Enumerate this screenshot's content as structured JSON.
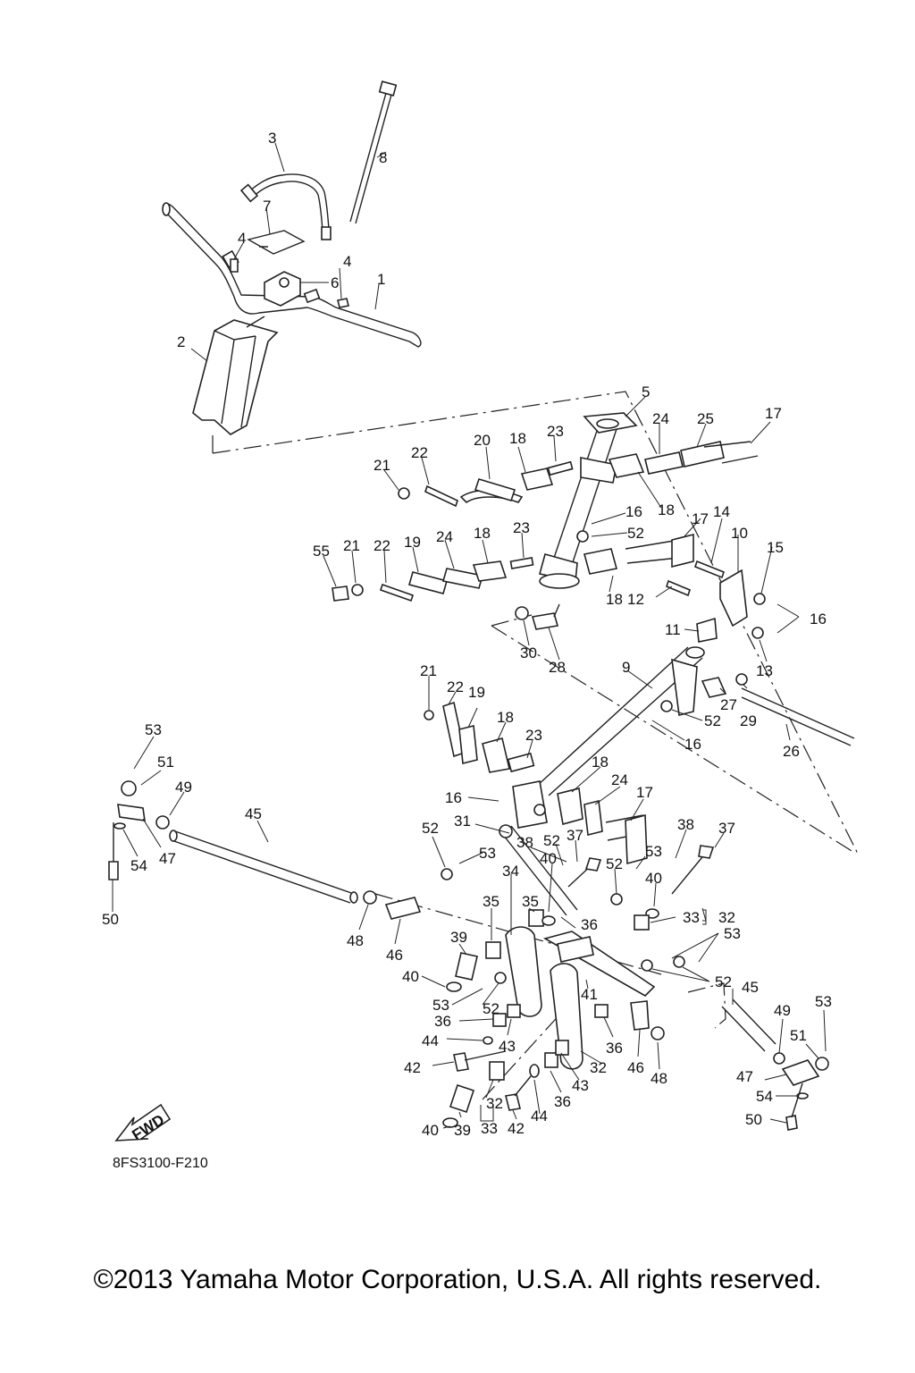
{
  "parts": [
    {
      "id": "p1",
      "label": "1"
    },
    {
      "id": "p2",
      "label": "2"
    },
    {
      "id": "p3",
      "label": "3"
    },
    {
      "id": "p4a",
      "label": "4"
    },
    {
      "id": "p4b",
      "label": "4"
    },
    {
      "id": "p5",
      "label": "5"
    },
    {
      "id": "p6",
      "label": "6"
    },
    {
      "id": "p7",
      "label": "7"
    },
    {
      "id": "p8",
      "label": "8"
    },
    {
      "id": "p9",
      "label": "9"
    },
    {
      "id": "p10",
      "label": "10"
    },
    {
      "id": "p11",
      "label": "11"
    },
    {
      "id": "p12",
      "label": "12"
    },
    {
      "id": "p13",
      "label": "13"
    },
    {
      "id": "p14",
      "label": "14"
    },
    {
      "id": "p15",
      "label": "15"
    },
    {
      "id": "p16a",
      "label": "16"
    },
    {
      "id": "p16b",
      "label": "16"
    },
    {
      "id": "p16c",
      "label": "16"
    },
    {
      "id": "p16d",
      "label": "16"
    },
    {
      "id": "p17a",
      "label": "17"
    },
    {
      "id": "p17b",
      "label": "17"
    },
    {
      "id": "p17c",
      "label": "17"
    },
    {
      "id": "p18a",
      "label": "18"
    },
    {
      "id": "p18b",
      "label": "18"
    },
    {
      "id": "p18c",
      "label": "18"
    },
    {
      "id": "p18d",
      "label": "18"
    },
    {
      "id": "p18e",
      "label": "18"
    },
    {
      "id": "p18f",
      "label": "18"
    },
    {
      "id": "p19a",
      "label": "19"
    },
    {
      "id": "p19b",
      "label": "19"
    },
    {
      "id": "p20",
      "label": "20"
    },
    {
      "id": "p21a",
      "label": "21"
    },
    {
      "id": "p21b",
      "label": "21"
    },
    {
      "id": "p21c",
      "label": "21"
    },
    {
      "id": "p22a",
      "label": "22"
    },
    {
      "id": "p22b",
      "label": "22"
    },
    {
      "id": "p22c",
      "label": "22"
    },
    {
      "id": "p23a",
      "label": "23"
    },
    {
      "id": "p23b",
      "label": "23"
    },
    {
      "id": "p23c",
      "label": "23"
    },
    {
      "id": "p24a",
      "label": "24"
    },
    {
      "id": "p24b",
      "label": "24"
    },
    {
      "id": "p24c",
      "label": "24"
    },
    {
      "id": "p25",
      "label": "25"
    },
    {
      "id": "p26",
      "label": "26"
    },
    {
      "id": "p27",
      "label": "27"
    },
    {
      "id": "p28",
      "label": "28"
    },
    {
      "id": "p29",
      "label": "29"
    },
    {
      "id": "p30",
      "label": "30"
    },
    {
      "id": "p31",
      "label": "31"
    },
    {
      "id": "p32a",
      "label": "32"
    },
    {
      "id": "p32b",
      "label": "32"
    },
    {
      "id": "p32c",
      "label": "32"
    },
    {
      "id": "p33a",
      "label": "33"
    },
    {
      "id": "p33b",
      "label": "33"
    },
    {
      "id": "p34",
      "label": "34"
    },
    {
      "id": "p35a",
      "label": "35"
    },
    {
      "id": "p35b",
      "label": "35"
    },
    {
      "id": "p36a",
      "label": "36"
    },
    {
      "id": "p36b",
      "label": "36"
    },
    {
      "id": "p36c",
      "label": "36"
    },
    {
      "id": "p36d",
      "label": "36"
    },
    {
      "id": "p37a",
      "label": "37"
    },
    {
      "id": "p37b",
      "label": "37"
    },
    {
      "id": "p38a",
      "label": "38"
    },
    {
      "id": "p38b",
      "label": "38"
    },
    {
      "id": "p39a",
      "label": "39"
    },
    {
      "id": "p39b",
      "label": "39"
    },
    {
      "id": "p40a",
      "label": "40"
    },
    {
      "id": "p40b",
      "label": "40"
    },
    {
      "id": "p40c",
      "label": "40"
    },
    {
      "id": "p40d",
      "label": "40"
    },
    {
      "id": "p41",
      "label": "41"
    },
    {
      "id": "p42a",
      "label": "42"
    },
    {
      "id": "p42b",
      "label": "42"
    },
    {
      "id": "p43a",
      "label": "43"
    },
    {
      "id": "p43b",
      "label": "43"
    },
    {
      "id": "p44a",
      "label": "44"
    },
    {
      "id": "p44b",
      "label": "44"
    },
    {
      "id": "p45a",
      "label": "45"
    },
    {
      "id": "p45b",
      "label": "45"
    },
    {
      "id": "p46a",
      "label": "46"
    },
    {
      "id": "p46b",
      "label": "46"
    },
    {
      "id": "p47a",
      "label": "47"
    },
    {
      "id": "p47b",
      "label": "47"
    },
    {
      "id": "p48a",
      "label": "48"
    },
    {
      "id": "p48b",
      "label": "48"
    },
    {
      "id": "p49a",
      "label": "49"
    },
    {
      "id": "p49b",
      "label": "49"
    },
    {
      "id": "p50a",
      "label": "50"
    },
    {
      "id": "p50b",
      "label": "50"
    },
    {
      "id": "p51a",
      "label": "51"
    },
    {
      "id": "p51b",
      "label": "51"
    },
    {
      "id": "p52a",
      "label": "52"
    },
    {
      "id": "p52b",
      "label": "52"
    },
    {
      "id": "p52c",
      "label": "52"
    },
    {
      "id": "p52d",
      "label": "52"
    },
    {
      "id": "p52e",
      "label": "52"
    },
    {
      "id": "p52f",
      "label": "52"
    },
    {
      "id": "p52g",
      "label": "52"
    },
    {
      "id": "p53a",
      "label": "53"
    },
    {
      "id": "p53b",
      "label": "53"
    },
    {
      "id": "p53c",
      "label": "53"
    },
    {
      "id": "p53d",
      "label": "53"
    },
    {
      "id": "p53e",
      "label": "53"
    },
    {
      "id": "p53f",
      "label": "53"
    },
    {
      "id": "p54a",
      "label": "54"
    },
    {
      "id": "p54b",
      "label": "54"
    },
    {
      "id": "p55",
      "label": "55"
    }
  ],
  "fwd_label": "FWD",
  "diagram_code": "8FS3100-F210",
  "copyright": "©2013 Yamaha Motor Corporation, U.S.A. All rights reserved."
}
